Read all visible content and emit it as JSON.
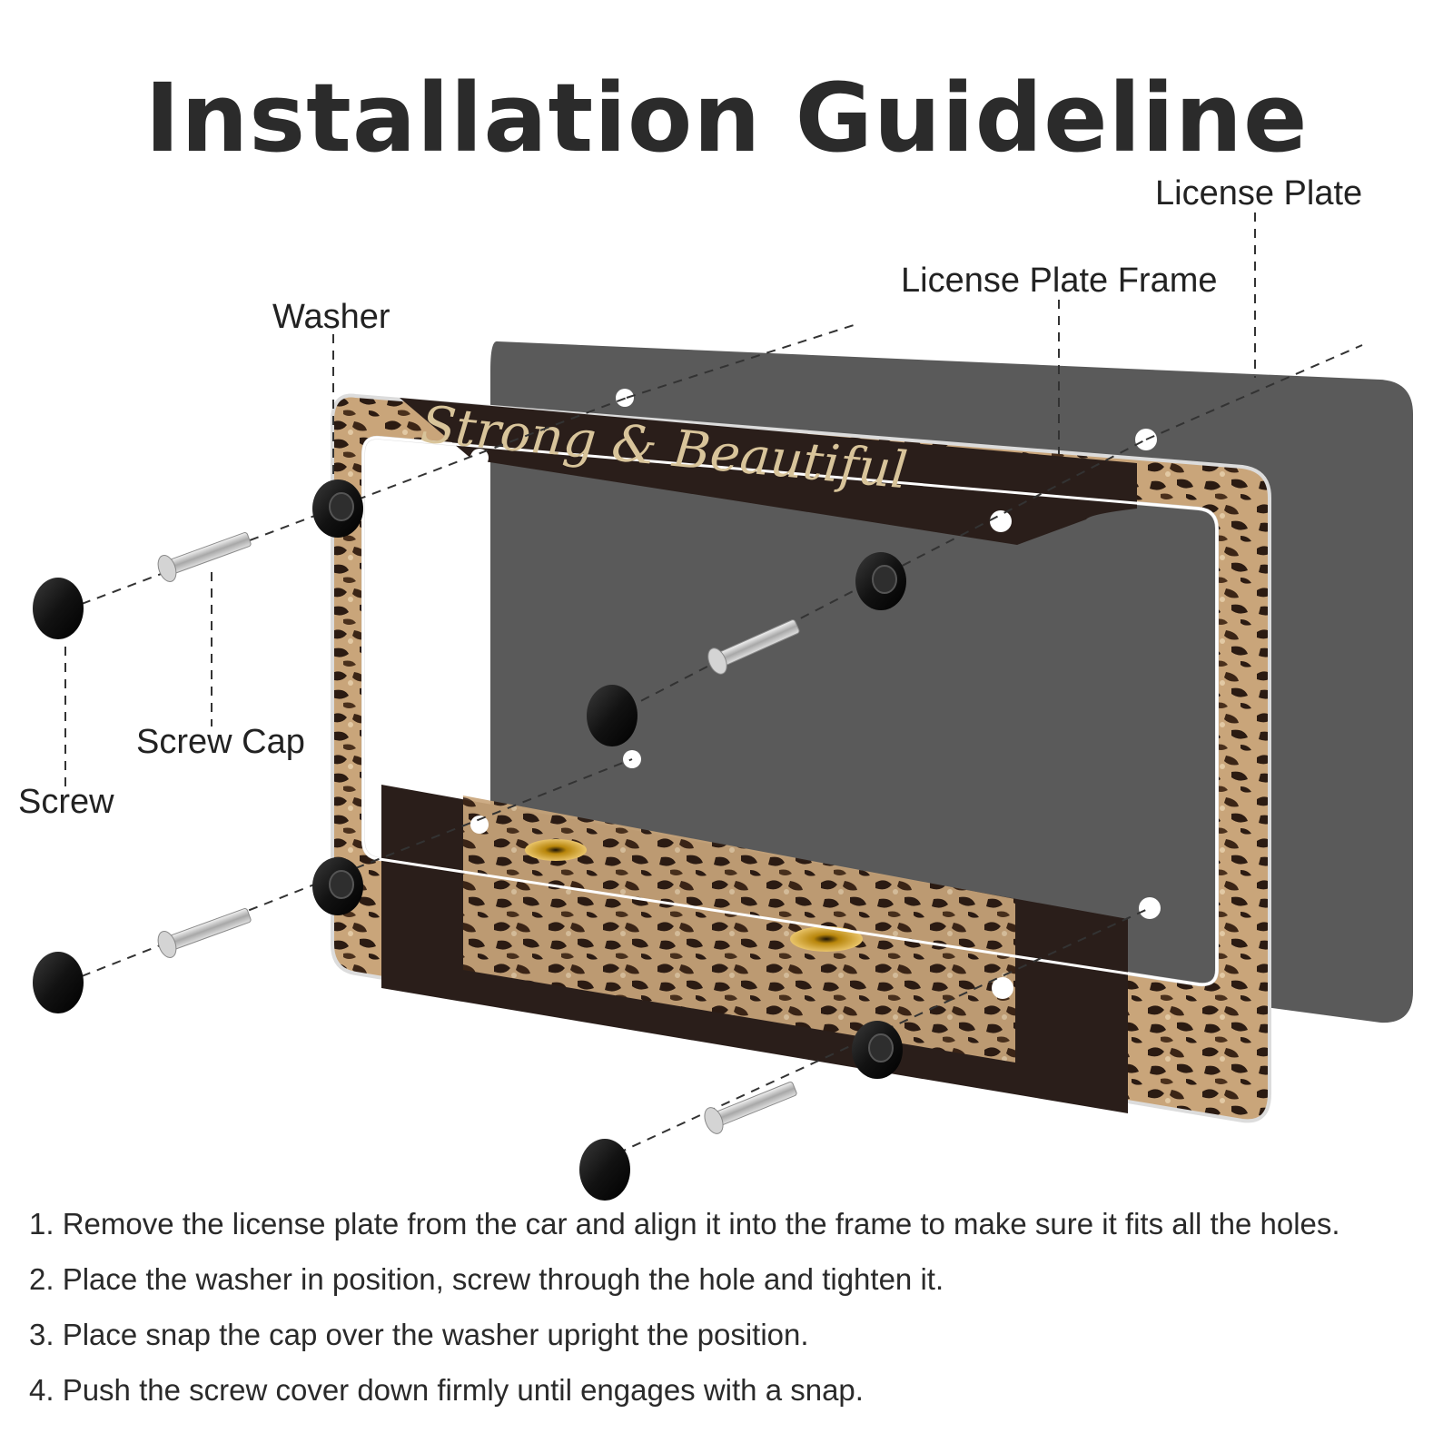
{
  "title": "Installation Guideline",
  "labels": {
    "license_plate": "License Plate",
    "license_plate_frame": "License Plate Frame",
    "washer": "Washer",
    "screw_cap": "Screw Cap",
    "screw": "Screw"
  },
  "frame_text": "Strong & Beautiful",
  "steps": [
    "1. Remove the license plate from the car and align it into the frame to make sure it fits all the holes.",
    "2. Place the washer in position, screw through the hole and tighten it.",
    "3. Place snap the cap over the washer upright the position.",
    "4. Push the screw cover down firmly until engages with a snap."
  ],
  "colors": {
    "plate": "#5a5a5a",
    "frame_dark": "#2a1e1a",
    "leopard_tan": "#c9a57a",
    "leopard_spot": "#2b1b12",
    "cap": "#111111",
    "screw": "#c8c8c8",
    "frame_script": "#d8c49a"
  }
}
